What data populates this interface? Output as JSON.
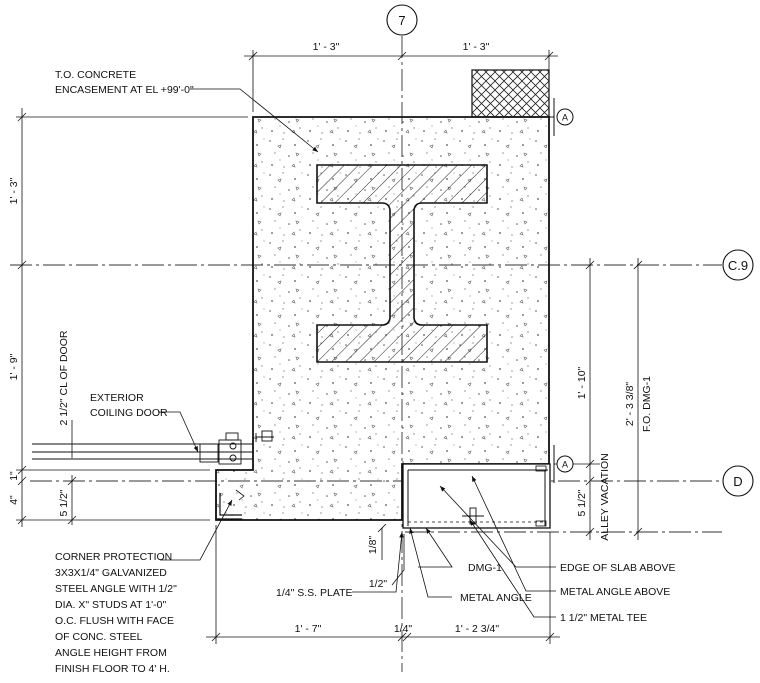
{
  "grid_labels": {
    "col_7": "7",
    "row_c9": "C.9",
    "row_d": "D"
  },
  "section_tag": "A",
  "dimensions": {
    "top_left": "1' - 3\"",
    "top_right": "1' - 3\"",
    "left_upper": "1' - 3\"",
    "left_lower": "1' - 9\"",
    "left_small_1": "1\"",
    "left_small_4": "4\"",
    "left_5_half": "5 1/2\"",
    "door_cl": "2 1/2\" CL OF DOOR",
    "right_1_10": "1' - 10\"",
    "right_5_half": "5 1/2\"",
    "right_fo_value": "2' - 3 3/8\"",
    "right_fo_label": "F.O. DMG-1",
    "bottom_left": "1' - 7\"",
    "bottom_mid": "1/4\"",
    "bottom_right": "1' - 2 3/4\"",
    "eighth": "1/8\"",
    "half": "1/2\""
  },
  "notes": {
    "concrete_line1": "T.O. CONCRETE",
    "concrete_line2": "ENCASEMENT AT EL +99'-0\"",
    "door_line1": "EXTERIOR",
    "door_line2": "COILING DOOR",
    "corner_lines": [
      "CORNER PROTECTION",
      "3X3X1/4\" GALVANIZED",
      "STEEL ANGLE WITH 1/2\"",
      "DIA. X\" STUDS AT 1'-0\"",
      "O.C. FLUSH WITH FACE",
      "OF CONC.  STEEL",
      "ANGLE HEIGHT FROM",
      "FINISH FLOOR TO 4' H."
    ],
    "alley": "ALLEY VACATION",
    "ss_plate": "1/4\" S.S. PLATE",
    "dmg1": "DMG-1",
    "metal_angle": "METAL ANGLE",
    "edge_slab": "EDGE OF SLAB ABOVE",
    "metal_angle_above": "METAL ANGLE ABOVE",
    "metal_tee": "1 1/2\" METAL TEE"
  }
}
